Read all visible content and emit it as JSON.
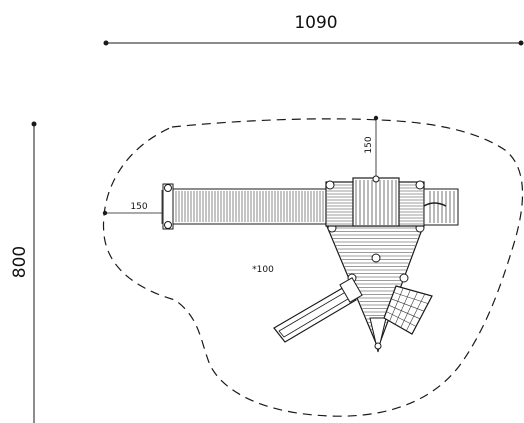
{
  "dimensions": {
    "width_label": "1090",
    "height_label": "800",
    "clearance_left_label": "150",
    "clearance_top_label": "150",
    "fall_height_label": "*100"
  },
  "colors": {
    "line": "#1a1a1a",
    "fill": "#ffffff",
    "hatch": "#3a3a3a"
  }
}
